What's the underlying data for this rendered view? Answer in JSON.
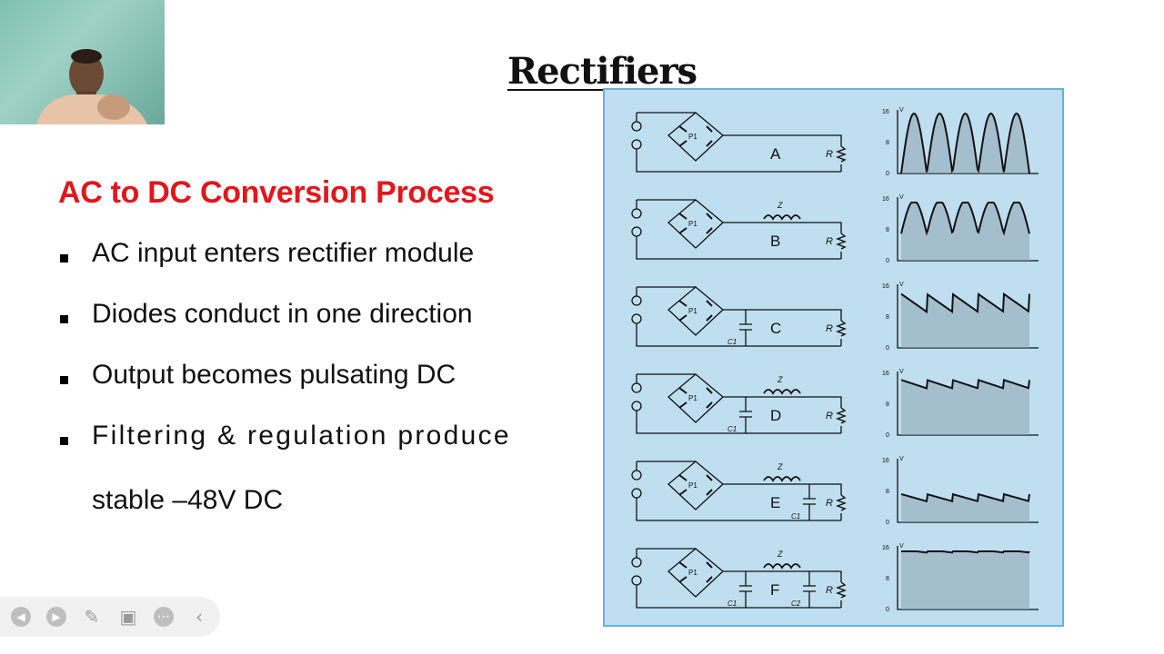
{
  "slide": {
    "title": "Rectifiers",
    "heading": "AC to DC Conversion Process",
    "bullets": [
      "AC input enters rectifier module",
      "Diodes conduct in one direction",
      "Output becomes pulsating DC",
      "Filtering & regulation produce"
    ],
    "bullet_continuation": "stable –48V DC",
    "colors": {
      "heading": "#e3161b",
      "diagram_bg": "#bfdef0",
      "diagram_border": "#63b3df"
    }
  },
  "diagram": {
    "bridge_label": "P1",
    "inductor_label": "Z",
    "load_label": "R",
    "axis_labels": [
      "16",
      "8",
      "0"
    ],
    "axis_unit": "V",
    "rows": [
      {
        "letter": "A",
        "caps": []
      },
      {
        "letter": "B",
        "caps": []
      },
      {
        "letter": "C",
        "caps": [
          "C1"
        ]
      },
      {
        "letter": "D",
        "caps": [
          "C1"
        ]
      },
      {
        "letter": "E",
        "caps": [
          "C1"
        ]
      },
      {
        "letter": "F",
        "caps": [
          "C1",
          "C2"
        ]
      }
    ]
  },
  "toolbar": {
    "icons": [
      "previous-icon",
      "next-icon",
      "pen-icon",
      "zoom-icon",
      "more-icon",
      "back-icon"
    ]
  }
}
